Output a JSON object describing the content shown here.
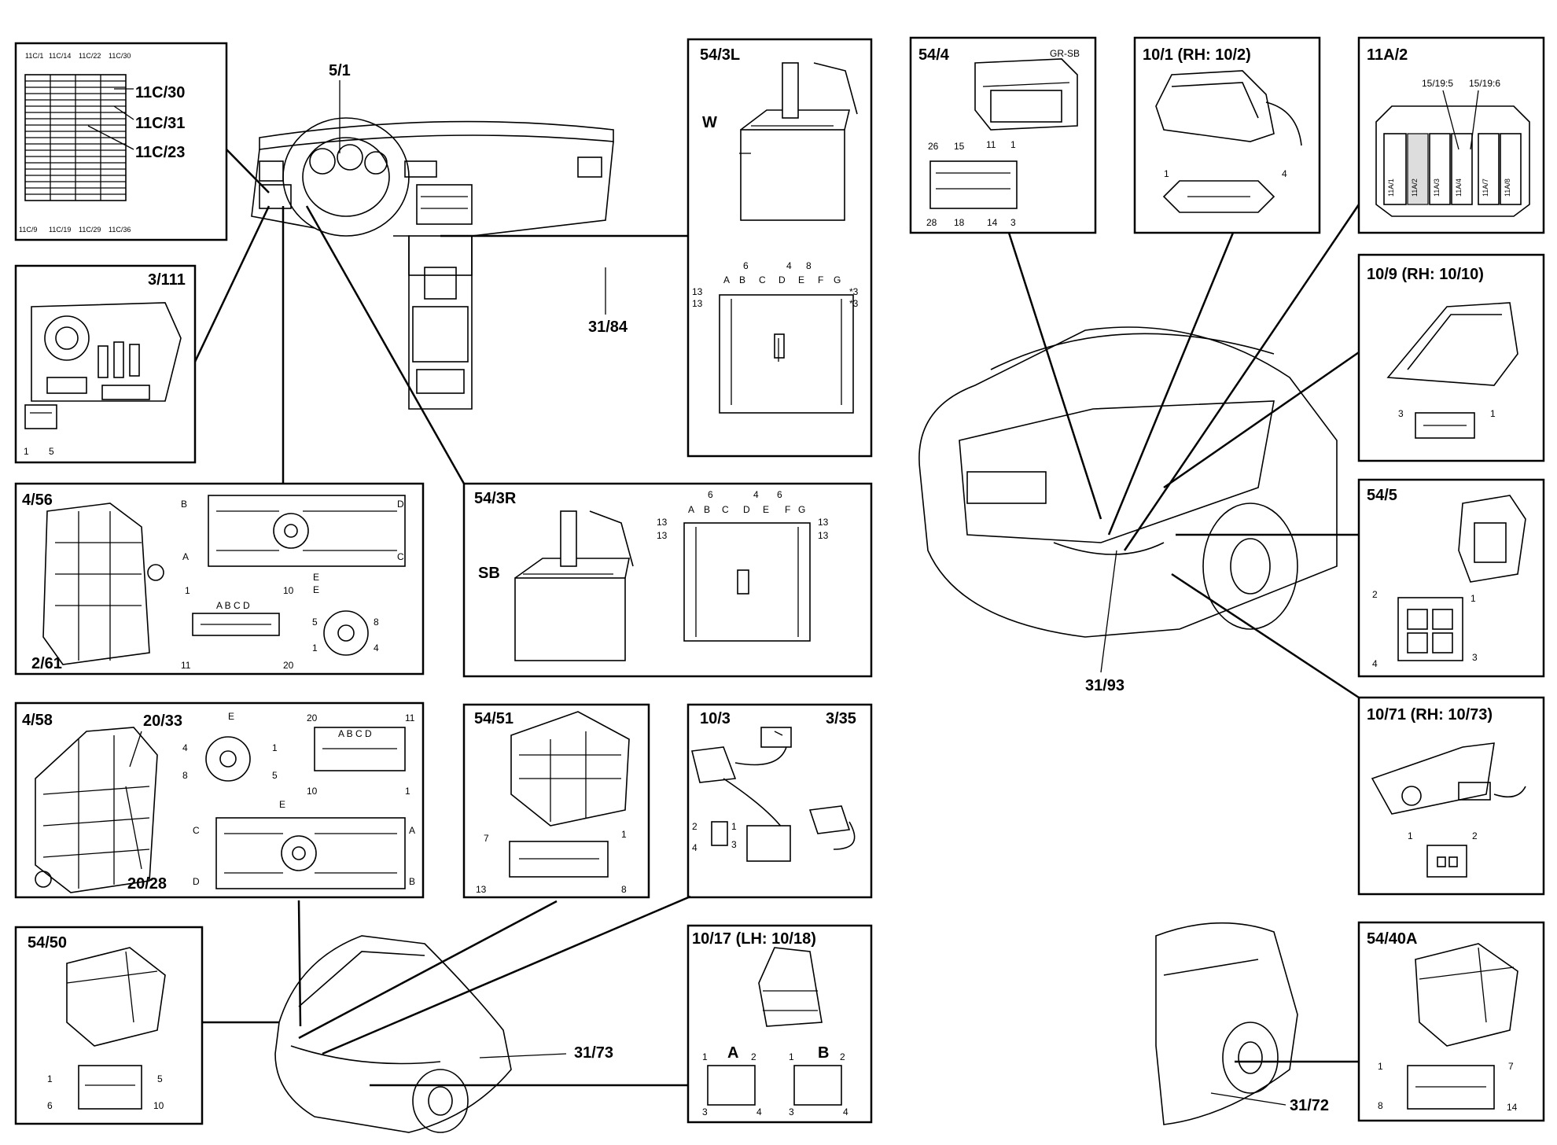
{
  "figure": {
    "labels": {
      "fuse_box": {
        "c30": "11C/30",
        "c31": "11C/31",
        "c23": "11C/23",
        "small_top": [
          "11C/1",
          "11C/14",
          "11C/22",
          "11C/30"
        ],
        "small_bottom": [
          "11C/9",
          "11C/19",
          "11C/29",
          "11C/36"
        ]
      },
      "dash": {
        "ref": "5/1",
        "ref2": "31/84"
      },
      "c3_111": {
        "id": "3/111",
        "p1": "1",
        "p5": "5"
      },
      "c54_3l": {
        "id": "54/3L",
        "color": "W",
        "cols": [
          "A",
          "B",
          "C",
          "D",
          "E",
          "F",
          "G"
        ],
        "n6": "6",
        "n4": "4",
        "n8": "8",
        "r13a": "13",
        "r13b": "13",
        "s3a": "*3",
        "s3b": "*3"
      },
      "c54_4": {
        "id": "54/4",
        "color": "GR-SB",
        "t26": "26",
        "t15": "15",
        "t11": "11",
        "t1": "1",
        "b28": "28",
        "b18": "18",
        "b14": "14",
        "b3": "3"
      },
      "c10_1": {
        "id": "10/1 (RH: 10/2)",
        "p1": "1",
        "p4": "4"
      },
      "c11a_2": {
        "id": "11A/2",
        "r1": "15/19:5",
        "r2": "15/19:6",
        "slots": [
          "11A/1",
          "11A/2",
          "11A/3",
          "11A/4",
          "11A/7",
          "11A/8"
        ]
      },
      "c10_9": {
        "id": "10/9 (RH: 10/10)",
        "p3": "3",
        "p1": "1"
      },
      "c4_56": {
        "id": "4/56",
        "sub": "2/61",
        "B": "B",
        "D": "D",
        "A": "A",
        "C": "C",
        "E": "E",
        "abcd": "A B C D",
        "p1": "1",
        "p10": "10",
        "p11": "11",
        "p20": "20",
        "e5": "5",
        "e8": "8",
        "e1": "1",
        "e4": "4",
        "eE": "E"
      },
      "c54_3r": {
        "id": "54/3R",
        "color": "SB",
        "cols": [
          "A",
          "B",
          "C",
          "D",
          "E",
          "F",
          "G"
        ],
        "n6": "6",
        "n4": "4",
        "n6b": "6",
        "r13a": "13",
        "r13b": "13",
        "l13a": "13",
        "l13b": "13"
      },
      "c54_5": {
        "id": "54/5",
        "p2": "2",
        "p1": "1",
        "p4": "4",
        "p3": "3"
      },
      "engine": {
        "ref": "31/93"
      },
      "c4_58": {
        "id": "4/58",
        "sub1": "20/33",
        "sub2": "20/28",
        "E": "E",
        "p4": "4",
        "p1": "1",
        "p8": "8",
        "p5": "5",
        "p20": "20",
        "p11": "11",
        "p10": "10",
        "p1b": "1",
        "abcd": "A B C D",
        "bE": "E",
        "bC": "C",
        "bA": "A",
        "bD": "D",
        "bB": "B"
      },
      "c54_51": {
        "id": "54/51",
        "p7": "7",
        "p1": "1",
        "p13": "13",
        "p8": "8"
      },
      "c10_3": {
        "id": "10/3",
        "sub": "3/35",
        "p2": "2",
        "p1": "1",
        "p4": "4",
        "p3": "3"
      },
      "c10_71": {
        "id": "10/71 (RH: 10/73)",
        "p1": "1",
        "p2": "2"
      },
      "c54_50": {
        "id": "54/50",
        "p1": "1",
        "p5": "5",
        "p6": "6",
        "p10": "10"
      },
      "car_rear": {
        "ref": "31/73"
      },
      "c10_17": {
        "id": "10/17 (LH: 10/18)",
        "A": "A",
        "B": "B",
        "a1": "1",
        "a2": "2",
        "a3": "3",
        "a4": "4",
        "b1": "1",
        "b2": "2",
        "b3": "3",
        "b4": "4"
      },
      "car_side": {
        "ref": "31/72"
      },
      "c54_40a": {
        "id": "54/40A",
        "p1": "1",
        "p7": "7",
        "p8": "8",
        "p14": "14"
      }
    }
  }
}
